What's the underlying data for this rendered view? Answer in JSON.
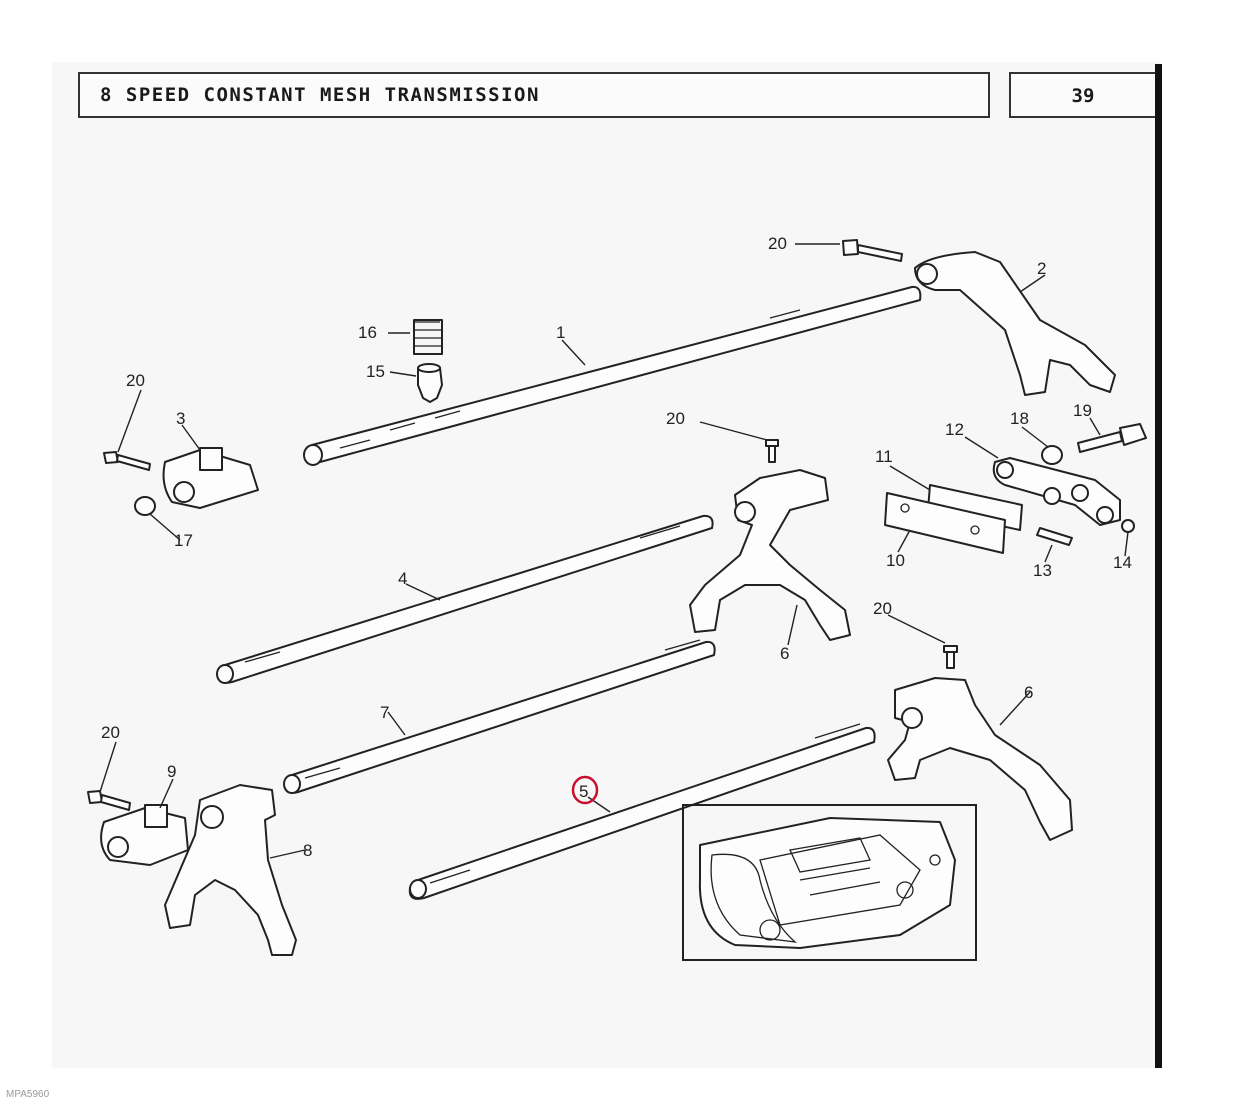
{
  "title": "8 SPEED CONSTANT MESH TRANSMISSION",
  "page_number": "39",
  "figure_code": "MPA5960",
  "highlighted_callout": "5",
  "callouts": {
    "c1": "1",
    "c2": "2",
    "c3": "3",
    "c4": "4",
    "c5": "5",
    "c6a": "6",
    "c6b": "6",
    "c7": "7",
    "c8": "8",
    "c9": "9",
    "c10": "10",
    "c11": "11",
    "c12": "12",
    "c13": "13",
    "c14": "14",
    "c15": "15",
    "c16": "16",
    "c17": "17",
    "c18": "18",
    "c19": "19",
    "c20a": "20",
    "c20b": "20",
    "c20c": "20",
    "c20d": "20",
    "c20e": "20"
  },
  "colors": {
    "highlight": "#c8102e",
    "ink": "#222222"
  }
}
